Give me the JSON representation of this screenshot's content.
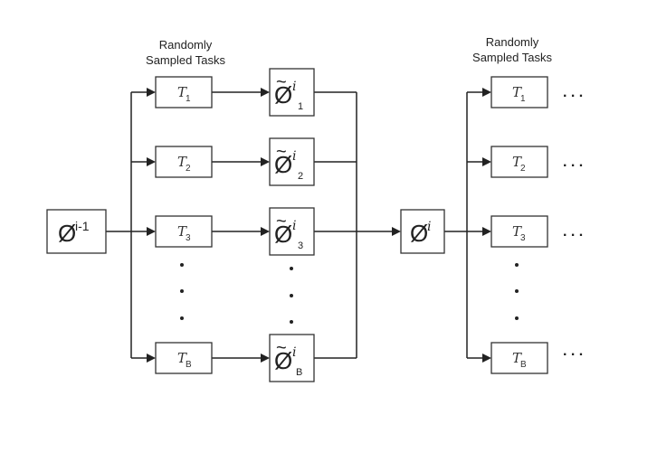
{
  "headers": {
    "left": [
      "Randomly",
      "Sampled Tasks"
    ],
    "right": [
      "Randomly",
      "Sampled Tasks"
    ]
  },
  "input_node": {
    "symbol": "Ø",
    "superscript": "i-1"
  },
  "tasks_left": [
    {
      "symbol": "T",
      "subscript": "1"
    },
    {
      "symbol": "T",
      "subscript": "2"
    },
    {
      "symbol": "T",
      "subscript": "3"
    },
    {
      "symbol": "T",
      "subscript": "B"
    }
  ],
  "adapted_params": [
    {
      "tilde": "~",
      "symbol": "Ø",
      "superscript": "i",
      "subscript": "1"
    },
    {
      "tilde": "~",
      "symbol": "Ø",
      "superscript": "i",
      "subscript": "2"
    },
    {
      "tilde": "~",
      "symbol": "Ø",
      "superscript": "i",
      "subscript": "3"
    },
    {
      "tilde": "~",
      "symbol": "Ø",
      "superscript": "i",
      "subscript": "B"
    }
  ],
  "output_node": {
    "symbol": "Ø",
    "superscript": "i"
  },
  "tasks_right": [
    {
      "symbol": "T",
      "subscript": "1"
    },
    {
      "symbol": "T",
      "subscript": "2"
    },
    {
      "symbol": "T",
      "subscript": "3"
    },
    {
      "symbol": "T",
      "subscript": "B"
    }
  ],
  "continuation": ". . ."
}
